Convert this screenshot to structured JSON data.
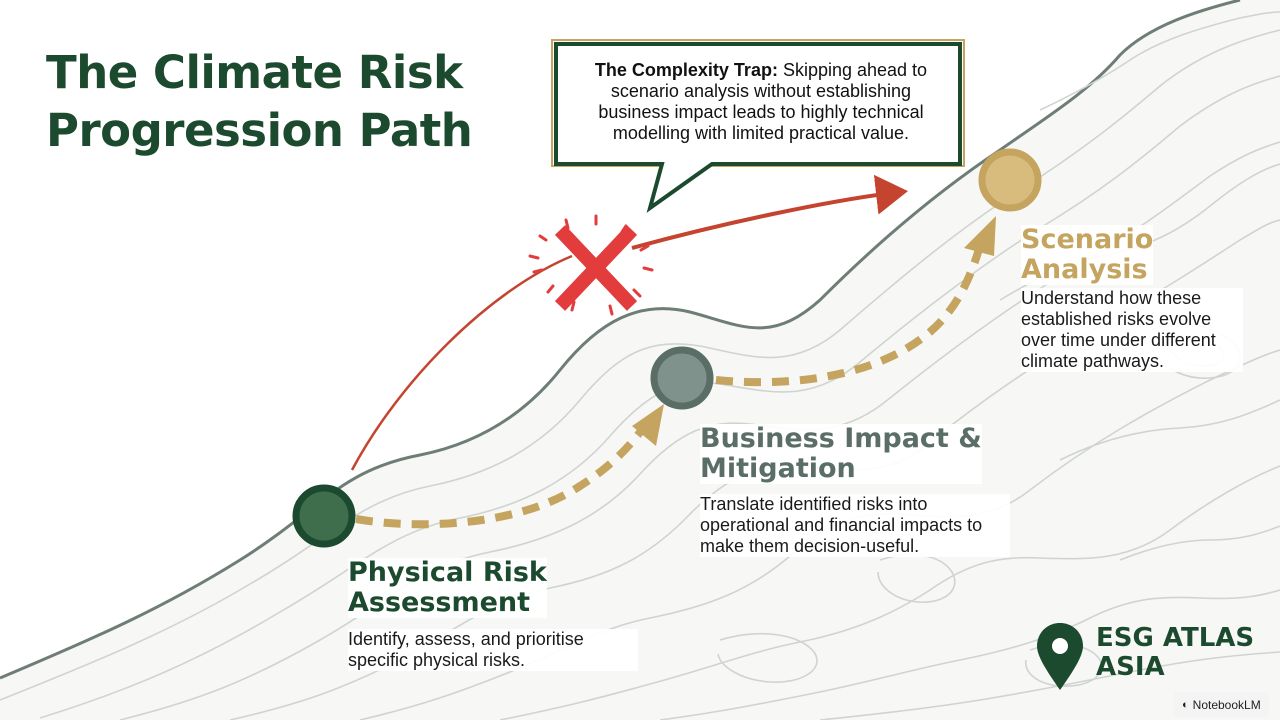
{
  "title": {
    "line1": "The Climate Risk",
    "line2": "Progression Path"
  },
  "callout": {
    "lead": "The Complexity Trap:",
    "text": " Skipping ahead to scenario analysis without establishing business impact leads to highly technical modelling with limited practical value."
  },
  "steps": [
    {
      "title_line1": "Physical Risk",
      "title_line2": "Assessment",
      "description": "Identify, assess, and prioritise specific physical risks.",
      "color": "#1c4a2e"
    },
    {
      "title_line1": "Business Impact &",
      "title_line2": "Mitigation",
      "description": "Translate identified risks into operational and financial impacts to make them decision-useful.",
      "color": "#5a6d66"
    },
    {
      "title_line1": "Scenario",
      "title_line2": "Analysis",
      "description": "Understand how these established risks evolve over time under different climate pathways.",
      "color": "#c4a45e"
    }
  ],
  "brand": {
    "line1": "ESG ATLAS",
    "line2": "ASIA"
  },
  "watermark": "NotebookLM",
  "colors": {
    "dark_green": "#1c4a2e",
    "grey_green": "#5a6d66",
    "gold": "#c4a45e",
    "red": "#e23c3c",
    "arrow_red": "#c4442f"
  }
}
